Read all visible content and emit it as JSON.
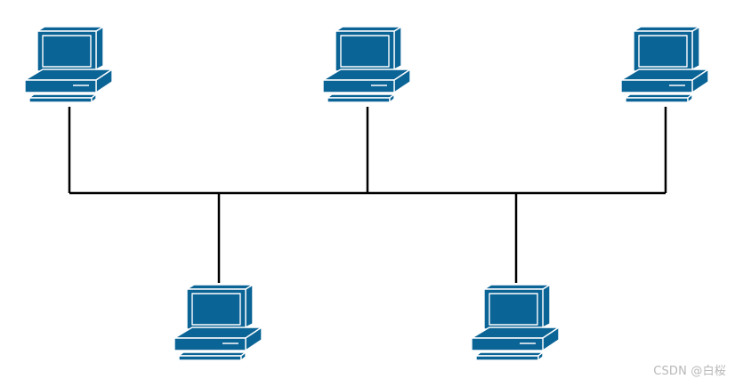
{
  "diagram": {
    "type": "bus-topology",
    "nodes": [
      {
        "id": "pc-top-left",
        "icon": "computer-icon",
        "row": "top"
      },
      {
        "id": "pc-top-center",
        "icon": "computer-icon",
        "row": "top"
      },
      {
        "id": "pc-top-right",
        "icon": "computer-icon",
        "row": "top"
      },
      {
        "id": "pc-bottom-left",
        "icon": "computer-icon",
        "row": "bottom"
      },
      {
        "id": "pc-bottom-right",
        "icon": "computer-icon",
        "row": "bottom"
      }
    ],
    "colors": {
      "computer_fill": "#0b6496",
      "computer_outline": "#ffffff",
      "cable": "#000000"
    }
  },
  "watermark": {
    "text": "CSDN @白桜"
  }
}
